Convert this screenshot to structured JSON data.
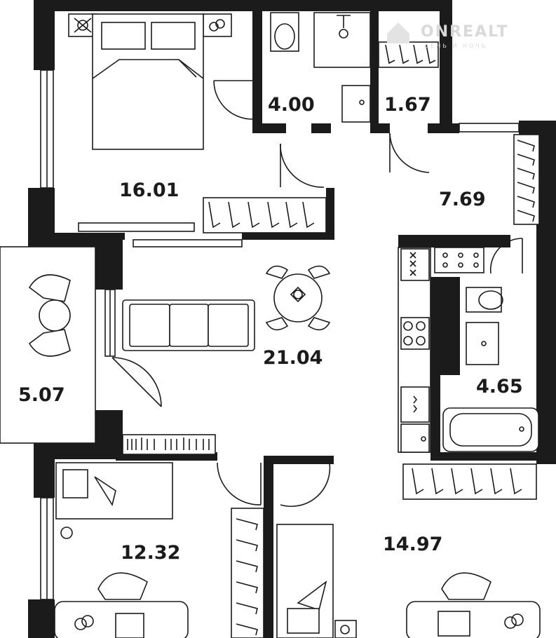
{
  "watermark": {
    "brand": "ONREALT",
    "tagline": "ДЕНЬ И НОЧЬ"
  },
  "rooms": [
    {
      "id": "bedroom-1",
      "area": "16.01"
    },
    {
      "id": "bathroom-1",
      "area": "4.00"
    },
    {
      "id": "closet",
      "area": "1.67"
    },
    {
      "id": "hallway",
      "area": "7.69"
    },
    {
      "id": "balcony",
      "area": "5.07"
    },
    {
      "id": "living-kitchen",
      "area": "21.04"
    },
    {
      "id": "bathroom-2",
      "area": "4.65"
    },
    {
      "id": "bedroom-2",
      "area": "12.32"
    },
    {
      "id": "bedroom-3",
      "area": "14.97"
    }
  ],
  "colors": {
    "ink": "#1b1b1b",
    "paper": "#ffffff",
    "watermark": "#d9d9d9"
  }
}
